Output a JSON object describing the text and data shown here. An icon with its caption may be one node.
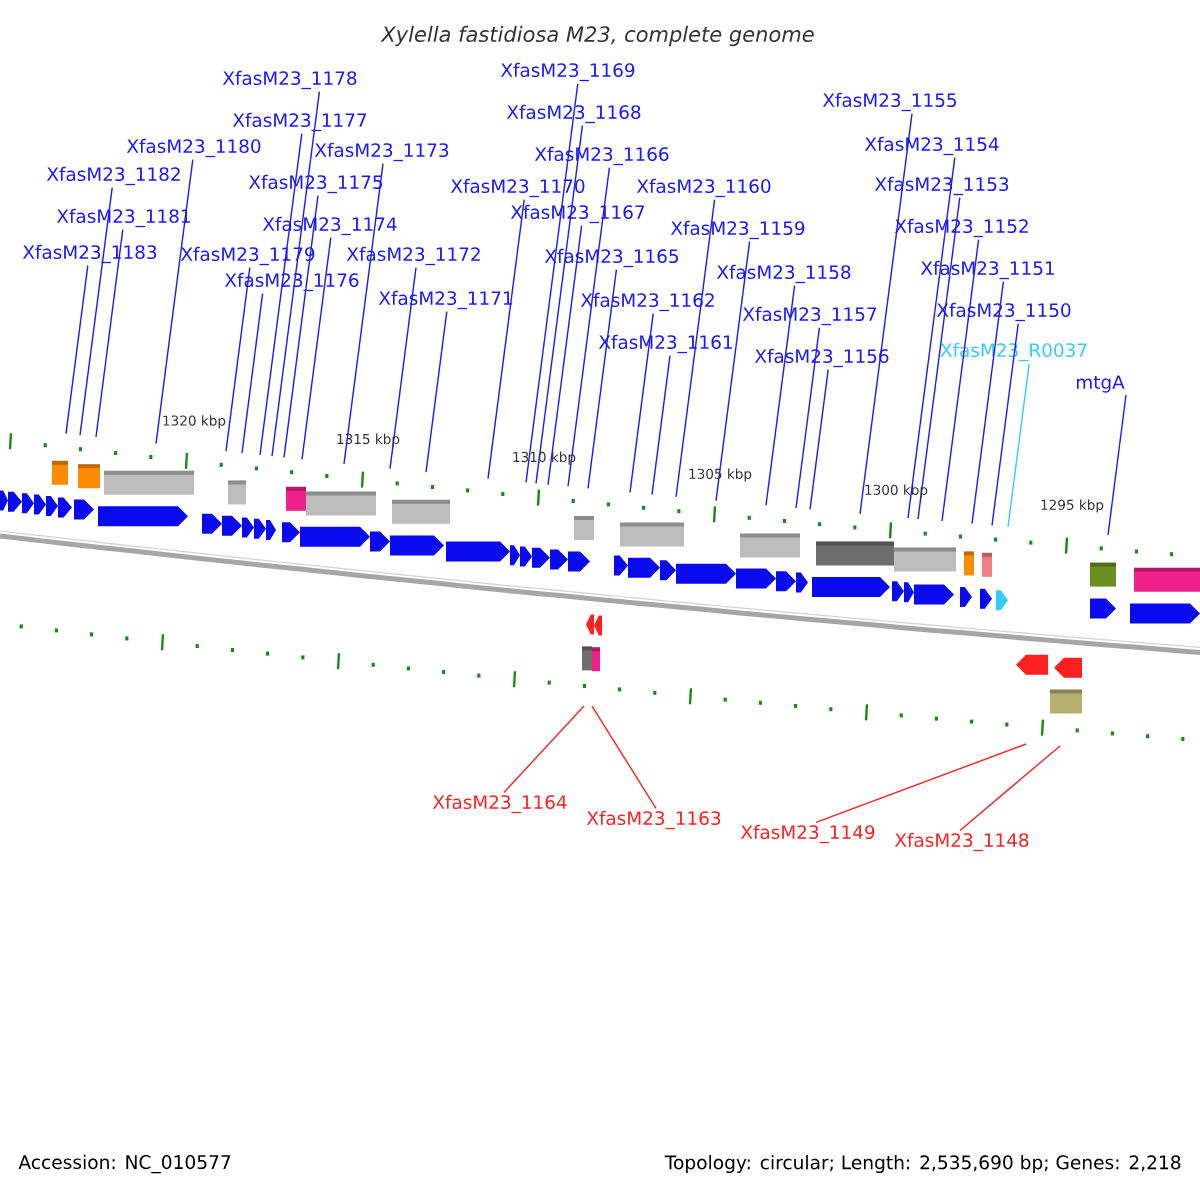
{
  "diagram": {
    "title": "Xylella fastidiosa M23, complete genome",
    "nodes": [
      {
        "text": [
          "XfasM23_1169"
        ]
      },
      {
        "text": [
          "XfasM23_1178"
        ]
      },
      {
        "text": [
          "XfasM23_1155"
        ]
      },
      {
        "text": [
          "XfasM23_1168"
        ]
      },
      {
        "text": [
          "XfasM23_1177"
        ]
      },
      {
        "text": [
          "XfasM23_1154"
        ]
      },
      {
        "text": [
          "XfasM23_1180"
        ]
      },
      {
        "text": [
          "XfasM23_1173"
        ]
      },
      {
        "text": [
          "XfasM23_1166"
        ]
      },
      {
        "text": [
          "XfasM23_1182"
        ]
      },
      {
        "text": [
          "XfasM23_1175"
        ]
      },
      {
        "text": [
          "XfasM23_1153"
        ]
      },
      {
        "text": [
          "XfasM23_1170"
        ]
      },
      {
        "text": [
          "XfasM23_1160"
        ]
      },
      {
        "text": [
          "XfasM23_1167"
        ]
      },
      {
        "text": [
          "XfasM23_1181"
        ]
      },
      {
        "text": [
          "XfasM23_1174"
        ]
      },
      {
        "text": [
          "XfasM23_1152"
        ]
      },
      {
        "text": [
          "XfasM23_1159"
        ]
      },
      {
        "text": [
          "XfasM23_1183"
        ]
      },
      {
        "text": [
          "XfasM23_1179"
        ]
      },
      {
        "text": [
          "XfasM23_1172"
        ]
      },
      {
        "text": [
          "XfasM23_1165"
        ]
      },
      {
        "text": [
          "XfasM23_1151"
        ]
      },
      {
        "text": [
          "XfasM23_1158"
        ]
      },
      {
        "text": [
          "XfasM23_1176"
        ]
      },
      {
        "text": [
          "XfasM23_1171"
        ]
      },
      {
        "text": [
          "XfasM23_1162"
        ]
      },
      {
        "text": [
          "XfasM23_1150"
        ]
      },
      {
        "text": [
          "XfasM23_1157"
        ]
      },
      {
        "text": [
          "XfasM23_1161"
        ]
      },
      {
        "text": [
          "XfasM23_R0037"
        ]
      },
      {
        "text": [
          "XfasM23_1156"
        ]
      },
      {
        "text": [
          "mtgA"
        ]
      },
      {
        "text": [
          "XfasM23_1164"
        ]
      },
      {
        "text": [
          "XfasM23_1163"
        ]
      },
      {
        "text": [
          "XfasM23_1149"
        ]
      },
      {
        "text": [
          "XfasM23_1148"
        ]
      }
    ],
    "edges": [
      {
        "from": 0,
        "to": null,
        "arrow": "none"
      },
      {
        "from": 1,
        "to": null,
        "arrow": "none"
      },
      {
        "from": 2,
        "to": null,
        "arrow": "none"
      },
      {
        "from": 3,
        "to": null,
        "arrow": "none"
      },
      {
        "from": 4,
        "to": null,
        "arrow": "none"
      },
      {
        "from": 5,
        "to": null,
        "arrow": "none"
      },
      {
        "from": 6,
        "to": null,
        "arrow": "none"
      },
      {
        "from": 7,
        "to": null,
        "arrow": "none"
      },
      {
        "from": 8,
        "to": null,
        "arrow": "none"
      },
      {
        "from": 9,
        "to": null,
        "arrow": "none"
      },
      {
        "from": 10,
        "to": null,
        "arrow": "none"
      },
      {
        "from": 11,
        "to": null,
        "arrow": "none"
      },
      {
        "from": 12,
        "to": null,
        "arrow": "none"
      },
      {
        "from": 13,
        "to": null,
        "arrow": "none"
      },
      {
        "from": 14,
        "to": null,
        "arrow": "none"
      },
      {
        "from": 15,
        "to": null,
        "arrow": "none"
      },
      {
        "from": 16,
        "to": null,
        "arrow": "none"
      },
      {
        "from": 17,
        "to": null,
        "arrow": "none"
      },
      {
        "from": 18,
        "to": null,
        "arrow": "none"
      },
      {
        "from": 19,
        "to": null,
        "arrow": "none"
      },
      {
        "from": 20,
        "to": null,
        "arrow": "none"
      },
      {
        "from": 21,
        "to": null,
        "arrow": "none"
      },
      {
        "from": 22,
        "to": null,
        "arrow": "none"
      },
      {
        "from": 23,
        "to": null,
        "arrow": "none"
      },
      {
        "from": 24,
        "to": null,
        "arrow": "none"
      },
      {
        "from": 25,
        "to": null,
        "arrow": "none"
      },
      {
        "from": 26,
        "to": null,
        "arrow": "none"
      },
      {
        "from": 27,
        "to": null,
        "arrow": "none"
      },
      {
        "from": 28,
        "to": null,
        "arrow": "none"
      },
      {
        "from": 29,
        "to": null,
        "arrow": "none"
      },
      {
        "from": 30,
        "to": null,
        "arrow": "none"
      },
      {
        "from": 31,
        "to": null,
        "arrow": "none",
        "color": "#33ccff"
      },
      {
        "from": 32,
        "to": null,
        "arrow": "none"
      },
      {
        "from": 33,
        "to": null,
        "arrow": "none"
      },
      {
        "from": 34,
        "to": null,
        "arrow": "none",
        "color": "#ff2020"
      },
      {
        "from": 35,
        "to": null,
        "arrow": "none",
        "color": "#ff2020"
      },
      {
        "from": 36,
        "to": null,
        "arrow": "none",
        "color": "#ff2020"
      },
      {
        "from": 37,
        "to": null,
        "arrow": "none",
        "color": "#ff2020"
      }
    ],
    "labels": [
      "1320 kbp",
      "1315 kbp",
      "1310 kbp",
      "1305 kbp",
      "1300 kbp",
      "1295 kbp",
      "Accession: NC_010577",
      "Topology: circular; Length: 2,535,690 bp; Genes: 2,218"
    ]
  }
}
